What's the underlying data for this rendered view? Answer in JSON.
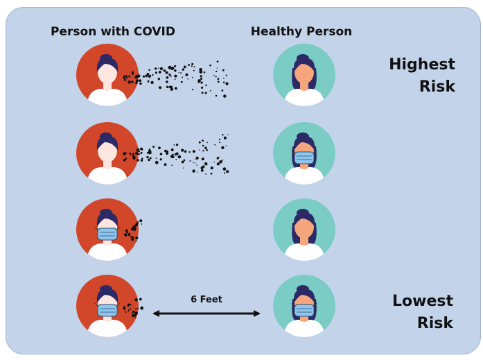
{
  "headings": {
    "left": "Person with COVID",
    "right": "Healthy Person"
  },
  "risk": {
    "highest_line1": "Highest",
    "highest_line2": "Risk",
    "lowest_line1": "Lowest",
    "lowest_line2": "Risk"
  },
  "distance_label": "6 Feet",
  "colors": {
    "background": "#c3d4ea",
    "infected_circle": "#d2462a",
    "healthy_circle": "#7cccc6",
    "hair": "#2b2966",
    "skin_infected": "#fde6df",
    "skin_healthy": "#f6a67c",
    "mask": "#8ec6ee"
  },
  "scenarios": [
    {
      "infected_mask": false,
      "healthy_mask": false,
      "droplets": "long"
    },
    {
      "infected_mask": false,
      "healthy_mask": true,
      "droplets": "long"
    },
    {
      "infected_mask": true,
      "healthy_mask": false,
      "droplets": "short"
    },
    {
      "infected_mask": true,
      "healthy_mask": true,
      "droplets": "short",
      "distance": true
    }
  ]
}
